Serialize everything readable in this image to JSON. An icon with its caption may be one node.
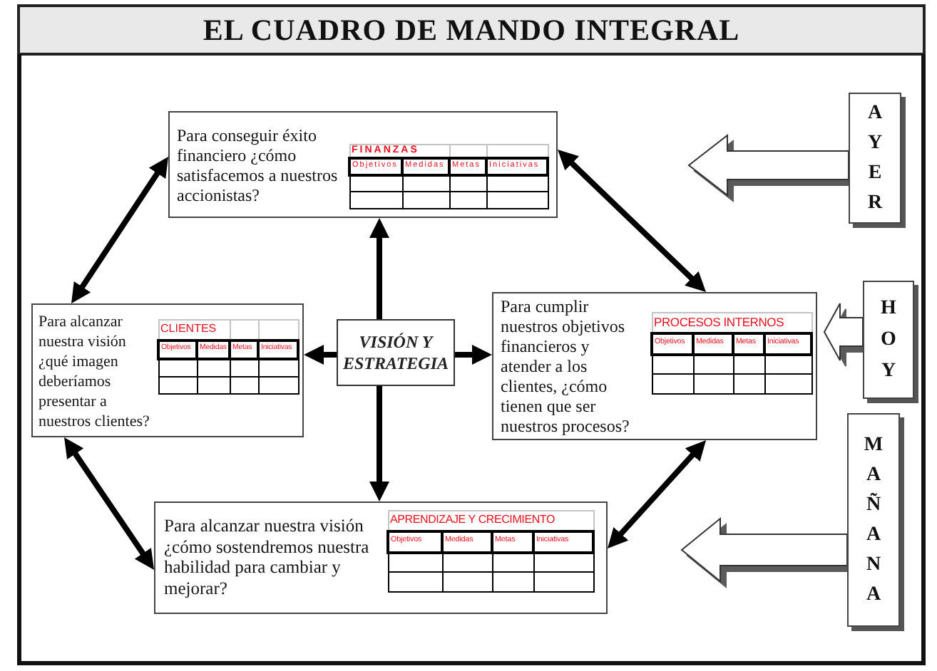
{
  "diagram": {
    "title": "EL CUADRO DE MANDO INTEGRAL",
    "nodes": [
      {
        "text": [
          "Para conseguir éxito financiero ¿cómo satisfacemos a nuestros accionistas?"
        ]
      },
      {
        "text": [
          "FINANZAS",
          "Objetivos",
          "Medidas",
          "Metas",
          "Iniciativas"
        ],
        "in": 0
      },
      {
        "text": [
          "AYER"
        ]
      },
      {
        "text": [
          "Para alcanzar nuestra visión ¿qué imagen deberíamos presentar a nuestros clientes?"
        ]
      },
      {
        "text": [
          "CLIENTES",
          "Objetivos",
          "Medidas",
          "Metas",
          "Iniciativas"
        ],
        "in": 3
      },
      {
        "text": [
          "VISIÓN Y ESTRATEGIA"
        ]
      },
      {
        "text": [
          "Para cumplir nuestros objetivos financieros y atender a los clientes, ¿cómo tienen que ser nuestros procesos?"
        ]
      },
      {
        "text": [
          "PROCESOS INTERNOS",
          "Objetivos",
          "Medidas",
          "Metas",
          "Iniciativas"
        ],
        "in": 6
      },
      {
        "text": [
          "HOY"
        ]
      },
      {
        "text": [
          "Para alcanzar nuestra visión ¿cómo sostendremos nuestra habilidad para cambiar y mejorar?"
        ]
      },
      {
        "text": [
          "APRENDIZAJE Y CRECIMIENTO",
          "Objetivos",
          "Medidas",
          "Metas",
          "Iniciativas"
        ],
        "in": 9
      },
      {
        "text": [
          "MAÑANA"
        ]
      }
    ],
    "edges": [
      {
        "from": 5,
        "to": 0,
        "arrow": "to"
      },
      {
        "from": 5,
        "to": 3,
        "arrow": "to"
      },
      {
        "from": 5,
        "to": 6,
        "arrow": "to"
      },
      {
        "from": 5,
        "to": 9,
        "arrow": "to"
      },
      {
        "from": 0,
        "to": 3,
        "arrow": "both"
      },
      {
        "from": 0,
        "to": 6,
        "arrow": "both"
      },
      {
        "from": 3,
        "to": 9,
        "arrow": "both"
      },
      {
        "from": 6,
        "to": 9,
        "arrow": "both"
      },
      {
        "from": 2,
        "to": null,
        "arrow": "to"
      },
      {
        "from": 8,
        "to": null,
        "arrow": "to"
      },
      {
        "from": 11,
        "to": null,
        "arrow": "to"
      }
    ]
  }
}
